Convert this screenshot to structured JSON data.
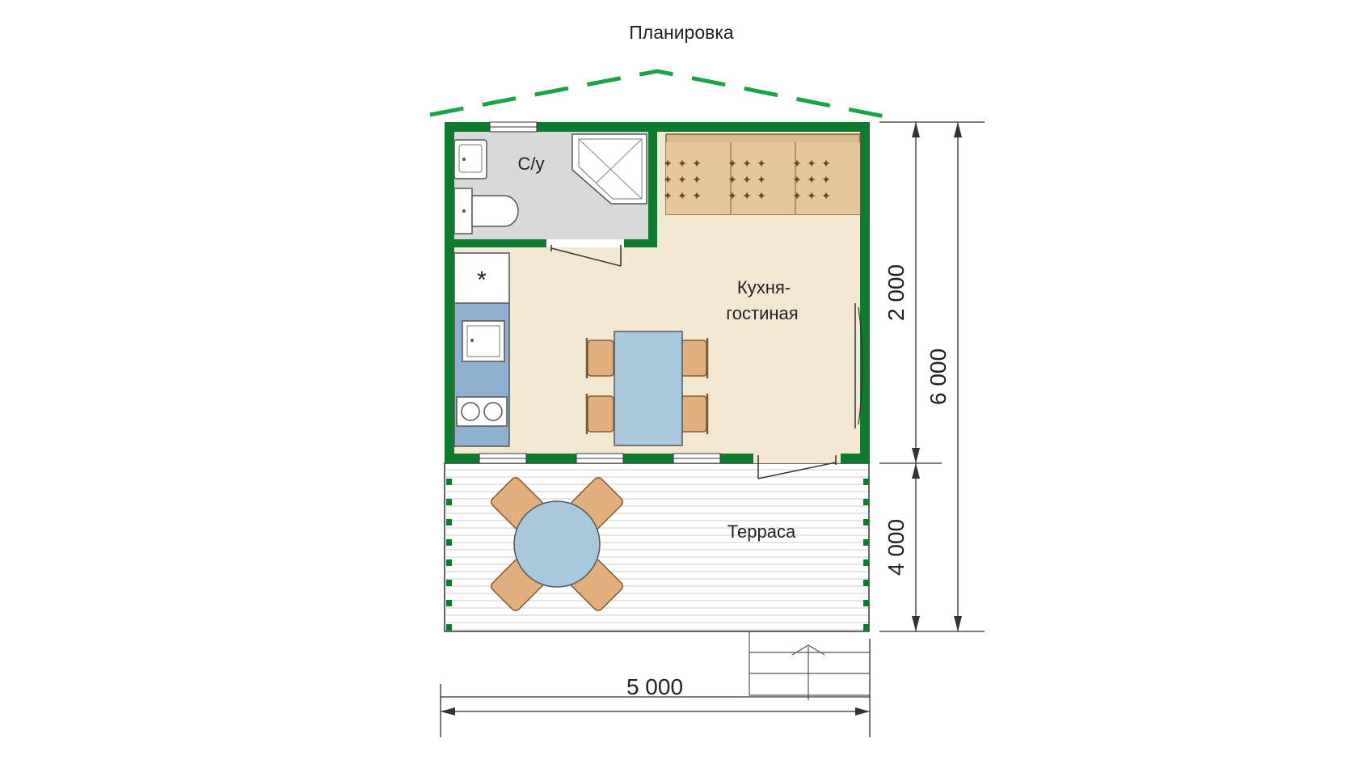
{
  "title": "Планировка",
  "rooms": {
    "bathroom": "С/у",
    "kitchen_line1": "Кухня-",
    "kitchen_line2": "гостиная",
    "terrace": "Терраса"
  },
  "dimensions": {
    "width_total": "5 000",
    "height_total": "6 000",
    "height_house": "2 000",
    "height_terrace": "4 000"
  },
  "colors": {
    "wall": "#0f7a2e",
    "roof_dash": "#1aa447",
    "floor": "#f3e9d2",
    "bathroom_floor": "#d9d9d9",
    "sofa": "#d9b98a",
    "table": "#a9c8dc",
    "chair": "#e2b07e",
    "counter": "#8fb1cf",
    "deck_line": "#d7d7d7"
  }
}
